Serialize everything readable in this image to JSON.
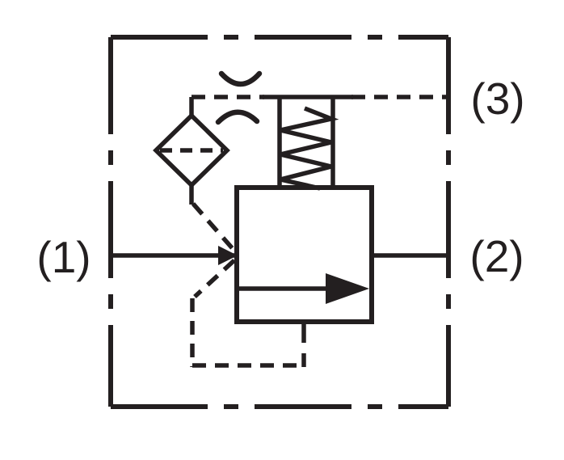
{
  "diagram": {
    "type": "hydraulic-schematic",
    "colors": {
      "line": "#231f20",
      "background": "#ffffff"
    },
    "ports": [
      {
        "id": "1",
        "label": "(1)"
      },
      {
        "id": "2",
        "label": "(2)"
      },
      {
        "id": "3",
        "label": "(3)"
      }
    ],
    "symbols": [
      {
        "name": "enclosure-boundary",
        "style": "dash-dot rectangle"
      },
      {
        "name": "valve-body",
        "style": "solid square"
      },
      {
        "name": "flow-direction-arrow",
        "style": "filled right-pointing arrow"
      },
      {
        "name": "spring",
        "style": "zigzag between parallel lines"
      },
      {
        "name": "pilot-filter",
        "style": "diamond with dashed cross line"
      },
      {
        "name": "pilot-line",
        "style": "dashed line"
      },
      {
        "name": "quick-disconnect-arcs",
        "style": "two opposing arcs on vent line"
      }
    ]
  }
}
